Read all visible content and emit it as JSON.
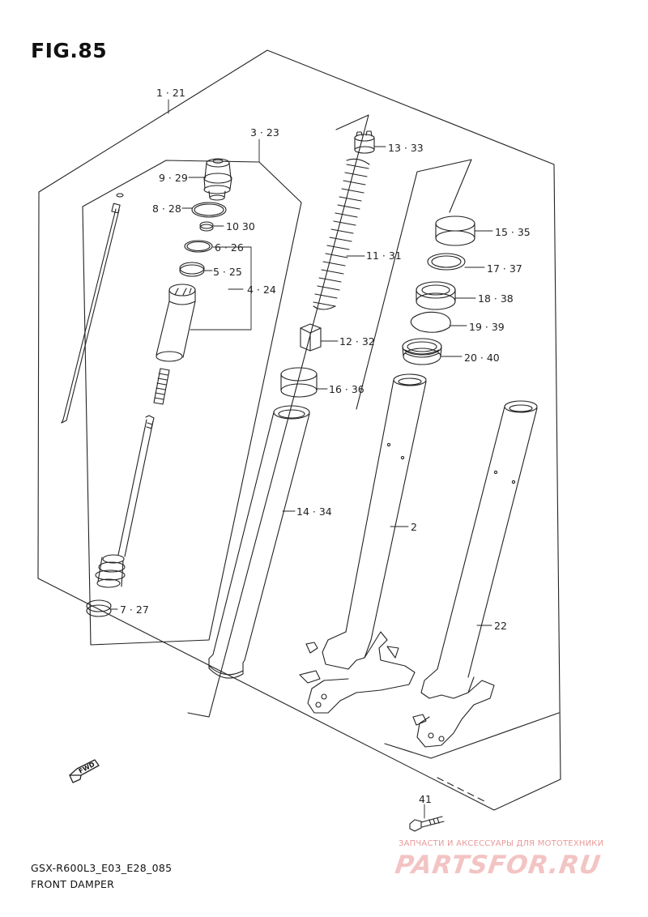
{
  "figure": {
    "title": "FIG.85",
    "code": "GSX-R600L3_E03_E28_085",
    "name": "FRONT DAMPER"
  },
  "callouts": {
    "c1": "1 · 21",
    "c2": "2",
    "c3": "3 · 23",
    "c4": "4 · 24",
    "c5": "5 · 25",
    "c6": "6 · 26",
    "c7": "7 · 27",
    "c8": "8 · 28",
    "c9": "9 · 29",
    "c10": "10 30",
    "c11": "11 · 31",
    "c12": "12 · 32",
    "c13": "13 · 33",
    "c14": "14 · 34",
    "c15": "15 · 35",
    "c16": "16 · 36",
    "c17": "17 · 37",
    "c18": "18 · 38",
    "c19": "19 · 39",
    "c20": "20 · 40",
    "c22": "22",
    "c41": "41"
  },
  "fwd_label": "FWD",
  "watermark": {
    "top": "ЗАПЧАСТИ И АКСЕССУАРЫ ДЛЯ МОТОТЕХНИКИ",
    "logo": "PARTSFOR.RU"
  }
}
